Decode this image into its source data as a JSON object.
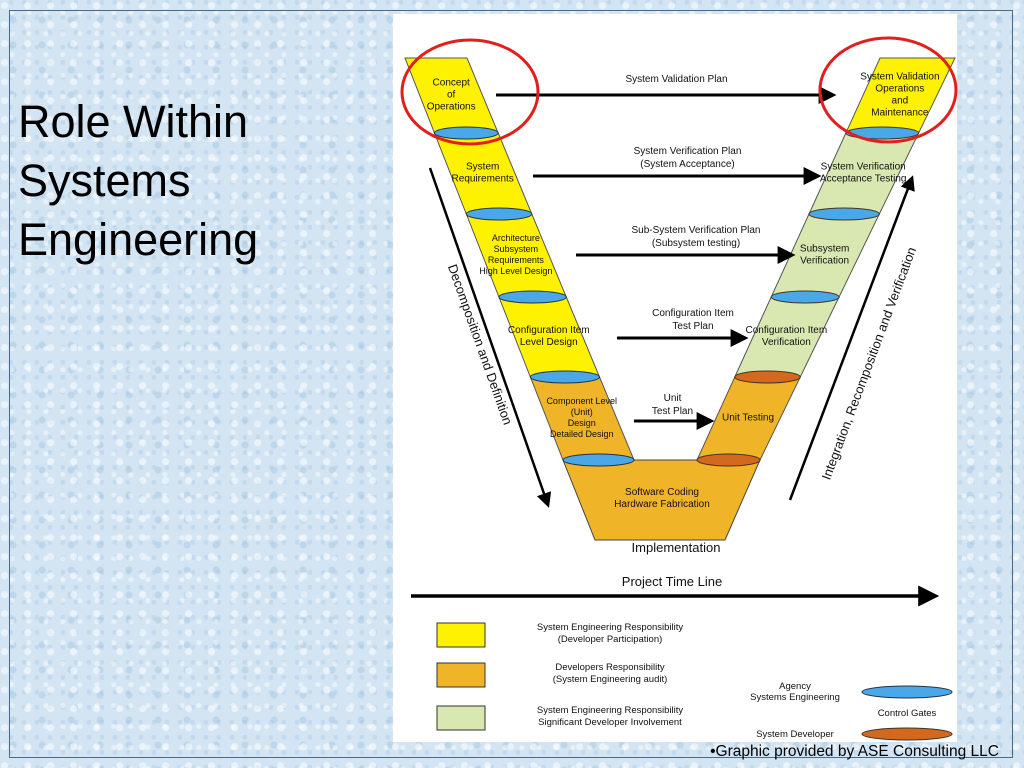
{
  "slide": {
    "title_lines": [
      "Role Within",
      "Systems",
      "Engineering"
    ],
    "credit": "•Graphic provided by ASE Consulting LLC"
  },
  "diagram": {
    "left_stages": [
      [
        "Concept",
        "of",
        "Operations"
      ],
      [
        "System",
        "Requirements"
      ],
      [
        "Architecture",
        "Subsystem",
        "Requirements",
        "High Level Design"
      ],
      [
        "Configuration Item",
        "Level Design"
      ],
      [
        "Component Level",
        "(Unit)",
        "Design",
        "Detailed Design"
      ]
    ],
    "right_stages": [
      [
        "System Validation",
        "Operations",
        "and",
        "Maintenance"
      ],
      [
        "System Verification",
        "Acceptance Testing"
      ],
      [
        "Subsystem",
        "Verification"
      ],
      [
        "Configuration Item",
        "Verification"
      ],
      [
        "Unit Testing"
      ]
    ],
    "bottom_stage": [
      "Software Coding",
      "Hardware Fabrication"
    ],
    "plans": [
      [
        "System Validation Plan"
      ],
      [
        "System Verification Plan",
        "(System Acceptance)"
      ],
      [
        "Sub-System Verification Plan",
        "(Subsystem testing)"
      ],
      [
        "Configuration Item",
        "Test Plan"
      ],
      [
        "Unit",
        "Test Plan"
      ]
    ],
    "implementation_label": "Implementation",
    "left_axis_label": "Decomposition and Definition",
    "right_axis_label": "Integration, Recomposition and Verification",
    "timeline_label": "Project Time Line",
    "legend": [
      {
        "lines": [
          "System Engineering Responsibility",
          "(Developer Participation)"
        ],
        "color": "#fff200"
      },
      {
        "lines": [
          "Developers Responsibility",
          "(System Engineering audit)"
        ],
        "color": "#f0b429"
      },
      {
        "lines": [
          "System Engineering Responsibility",
          "Significant Developer Involvement"
        ],
        "color": "#d9e8b0"
      }
    ],
    "gate_legend": [
      {
        "lines": [
          "Agency",
          "Systems Engineering"
        ],
        "color": "#4aa8e8"
      },
      {
        "lines": [
          "System Developer"
        ],
        "color": "#d2691e"
      }
    ],
    "control_gates_label": "Control Gates",
    "colors": {
      "se_yellow": "#fff200",
      "dev_orange": "#f0b429",
      "se_green": "#d9e8b0",
      "agency_gate": "#4aa8e8",
      "developer_gate": "#d2691e",
      "highlight": "#e0201c"
    }
  }
}
